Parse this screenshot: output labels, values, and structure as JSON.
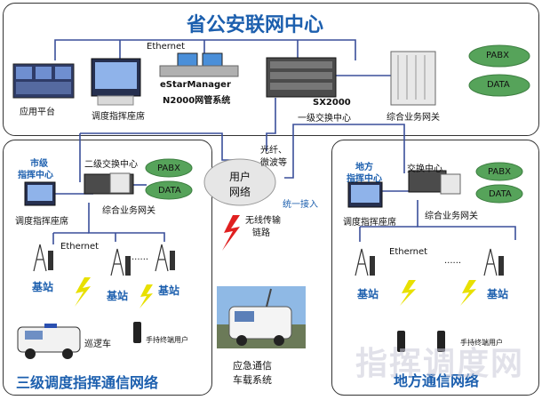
{
  "center": {
    "title": "省公安联网中心",
    "app_platform": "应用平台",
    "dispatch_seat": "调度指挥座席",
    "ethernet": "Ethernet",
    "nms_name": "eStarManager",
    "nms_sub": "N2000网管系统",
    "switch_model": "SX2000",
    "switch_label": "一级交换中心",
    "gateway": "综合业务网关",
    "pabx": "PABX",
    "data": "DATA"
  },
  "middle": {
    "fiber": "光纤、",
    "microwave": "微波等",
    "user_net_1": "用户",
    "user_net_2": "网络",
    "unified_access": "统一接入",
    "wireless_1": "无线传输",
    "wireless_2": "链路",
    "emergency_1": "应急通信",
    "emergency_2": "车载系统"
  },
  "left": {
    "city_center_1": "市级",
    "city_center_2": "指挥中心",
    "switch2": "二级交换中心",
    "pabx": "PABX",
    "data": "DATA",
    "gateway": "综合业务网关",
    "dispatch_seat": "调度指挥座席",
    "ethernet": "Ethernet",
    "bs1": "基站",
    "bs2": "基站",
    "bs3": "基站",
    "dots": "......",
    "patrol_car": "巡逻车",
    "handheld": "手持终端用户",
    "net_title": "三级调度指挥通信网络"
  },
  "right": {
    "local_center_1": "地方",
    "local_center_2": "指挥中心",
    "switch": "交换中心",
    "pabx": "PABX",
    "data": "DATA",
    "gateway": "综合业务网关",
    "dispatch_seat": "调度指挥座席",
    "ethernet": "Ethernet",
    "dots": "......",
    "bs1": "基站",
    "bs2": "基站",
    "handheld": "手持终端用户",
    "net_title": "地方通信网络"
  },
  "watermark": "指挥调度网",
  "colors": {
    "line": "#3a4f9a",
    "title": "#1c5fae",
    "bolt_red": "#e02020",
    "bolt_yellow": "#e8e000",
    "cloud": "#56a35a"
  }
}
